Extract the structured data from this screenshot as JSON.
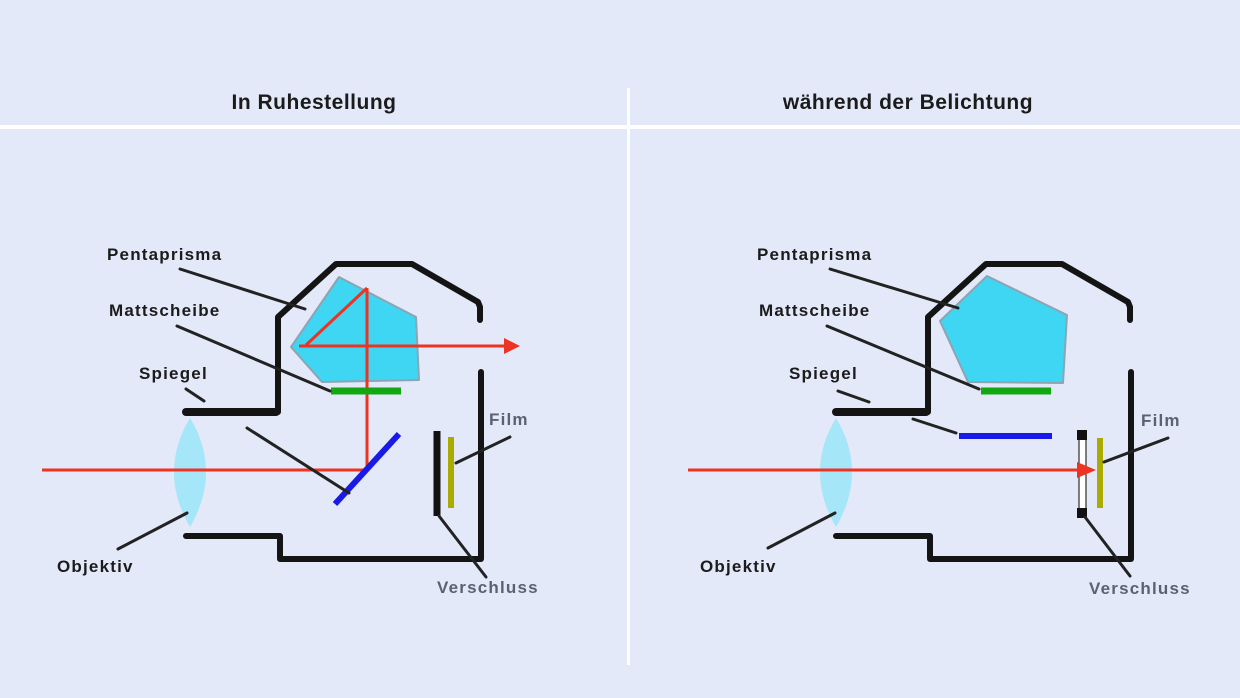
{
  "titles": {
    "left": "In Ruhestellung",
    "right": "während der Belichtung"
  },
  "panels": {
    "left": {
      "labels": {
        "pentaprisma": "Pentaprisma",
        "mattscheibe": "Mattscheibe",
        "spiegel": "Spiegel",
        "film": "Film",
        "objektiv": "Objektiv",
        "verschluss": "Verschluss"
      }
    },
    "right": {
      "labels": {
        "pentaprisma": "Pentaprisma",
        "mattscheibe": "Mattscheibe",
        "spiegel": "Spiegel",
        "film": "Film",
        "objektiv": "Objektiv",
        "verschluss": "Verschluss"
      }
    }
  },
  "colors": {
    "background": "#e3e9f9",
    "rule": "#ffffff",
    "outline": "#141414",
    "pointer": "#222222",
    "prism_fill": "#3ed6f2",
    "prism_stroke": "#8ca4b4",
    "lens_fill": "#a5e6f8",
    "focusing_screen": "#12a812",
    "mirror": "#1a1ae8",
    "light_ray": "#ee3322",
    "film": "#aaaa00",
    "shutter": "#111111",
    "label": "#1b1b1b",
    "label_muted": "#5a6272"
  }
}
